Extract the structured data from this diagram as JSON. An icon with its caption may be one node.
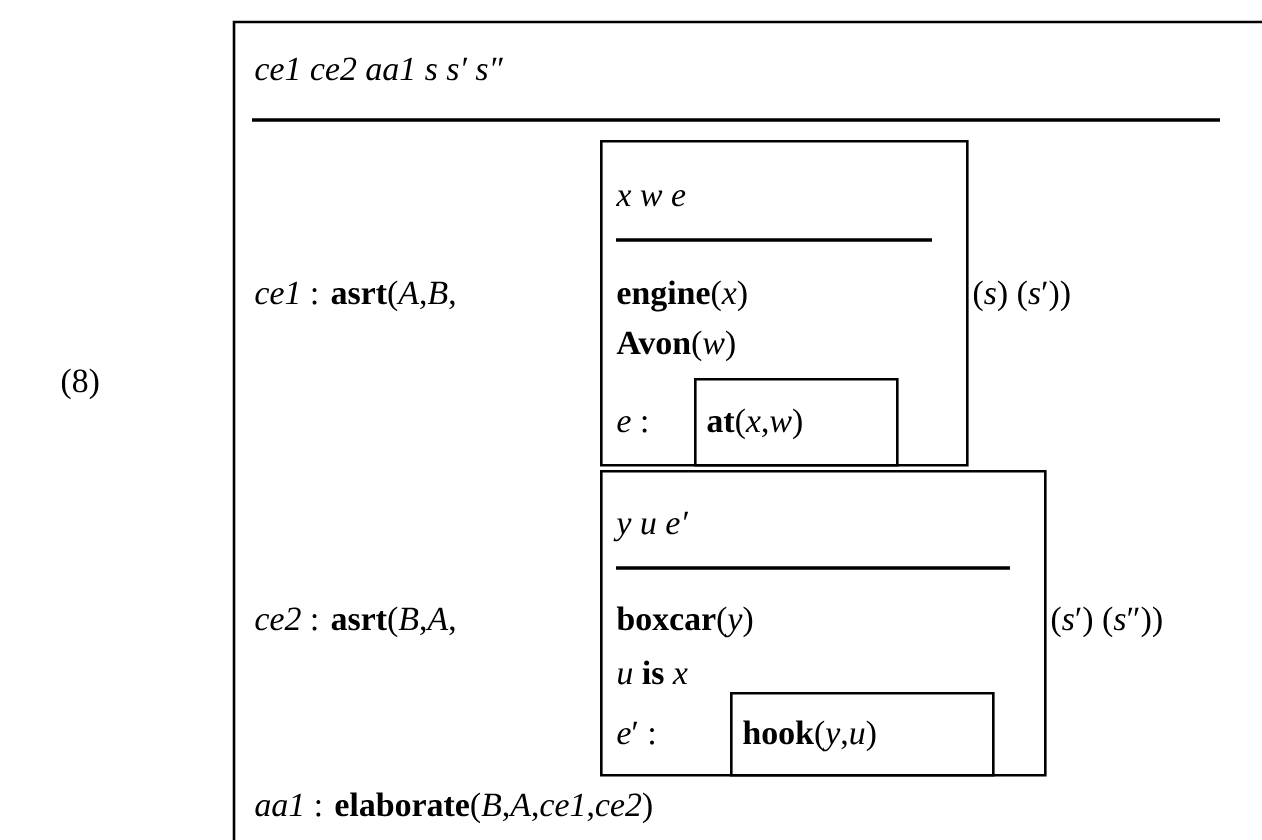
{
  "diagram": {
    "nodes": [
      {
        "text": [
          "ce1 ce2 aa1 s s′ s″",
          "*ce1* :   **asrt**(*A*,*B*,",
          "(*s*) (*s*′))",
          "*ce2* :   **asrt**(*B*,*A*,",
          "(*s*′) (*s*″))",
          "*aa1* :   **elaborate**(*B*,*A*,*ce1*,*ce2*)"
        ]
      },
      {
        "text": [
          "x w e",
          "**engine**(*x*)",
          "**Avon**(*w*)",
          "*e* :"
        ],
        "in": 0
      },
      {
        "text": [
          "**at**(*x*,*w*)"
        ],
        "in": 1
      },
      {
        "text": [
          "y u e′",
          "**boxcar**(*y*)",
          "*u* **is** *x*",
          "*e*′ :"
        ],
        "in": 0
      },
      {
        "text": [
          "**hook**(*y*,*u*)"
        ],
        "in": 3
      }
    ],
    "labels": [
      "(8)"
    ]
  }
}
